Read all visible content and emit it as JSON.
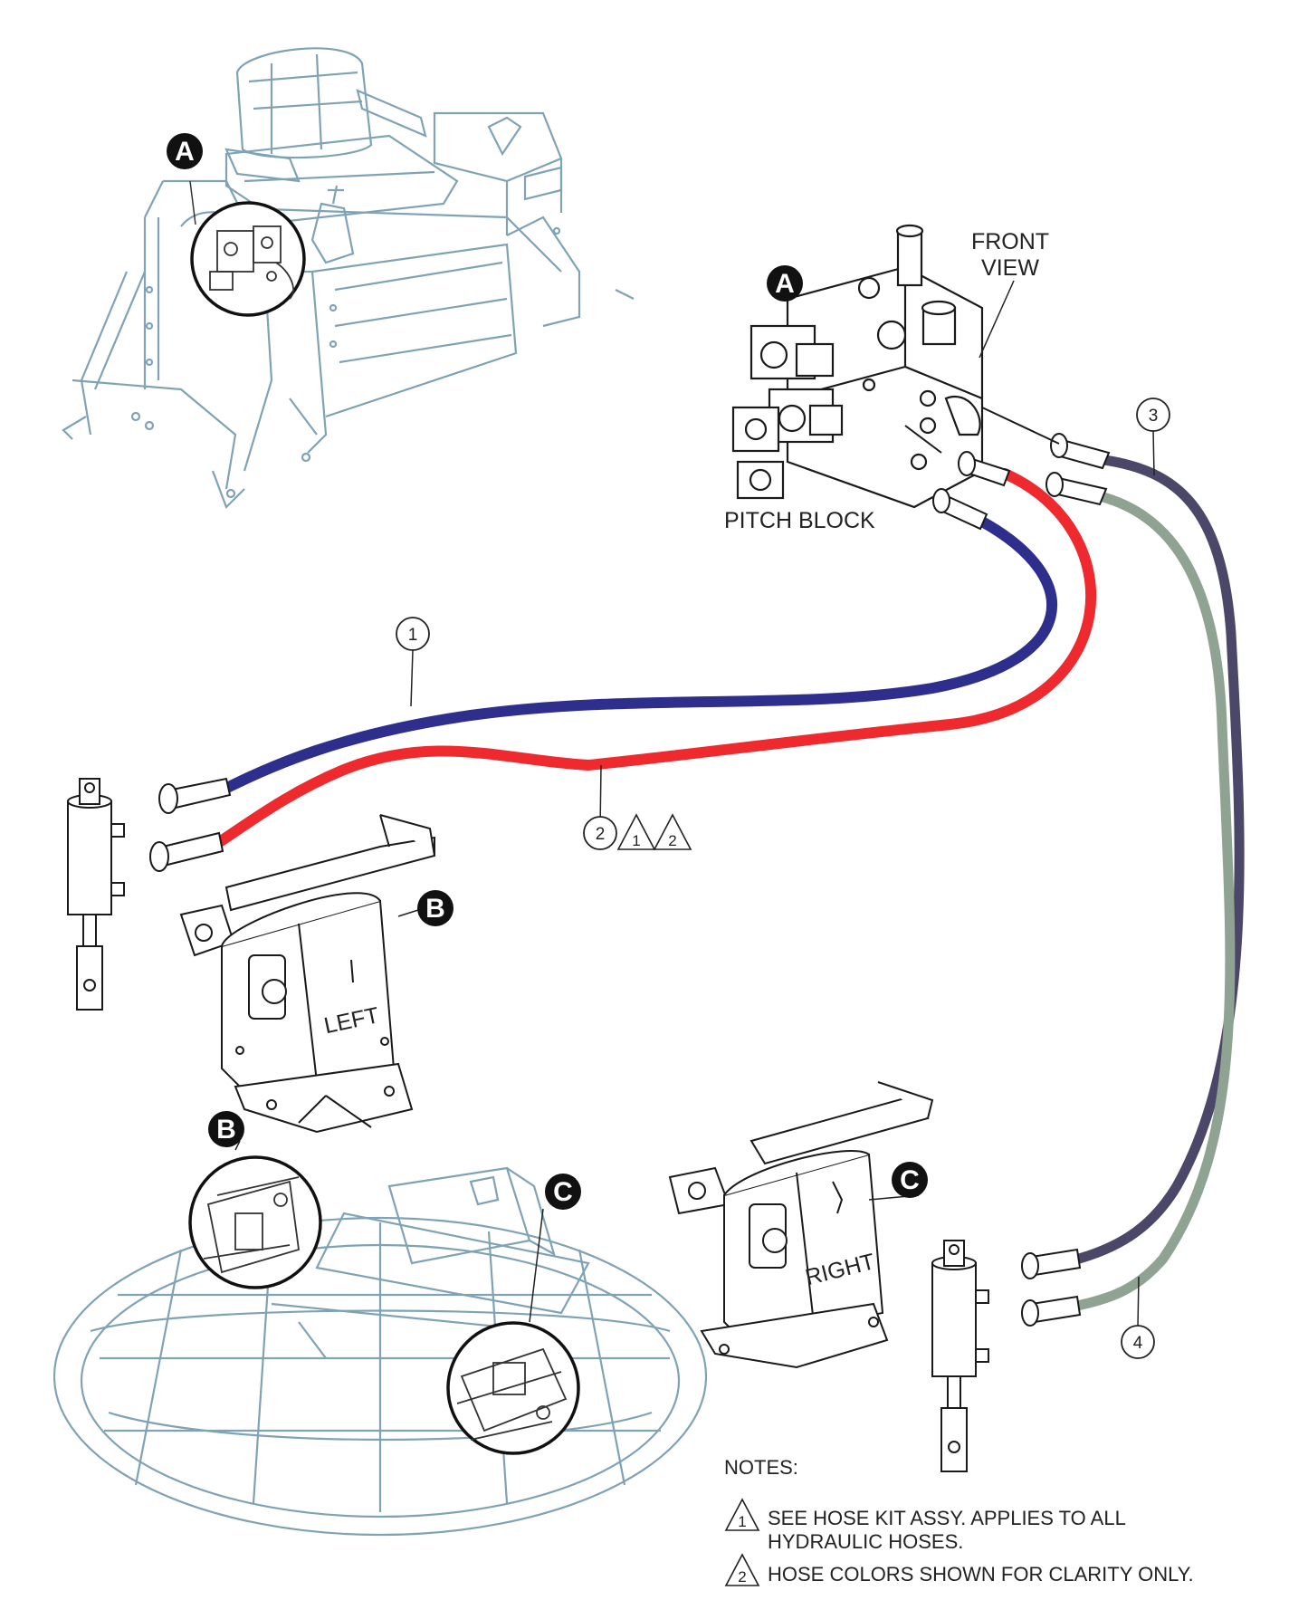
{
  "labels": {
    "front_view_line1": "FRONT",
    "front_view_line2": "VIEW",
    "pitch_block": "PITCH BLOCK",
    "left": "LEFT",
    "right": "RIGHT"
  },
  "callouts": {
    "A": "A",
    "B": "B",
    "C": "C"
  },
  "hoses": [
    {
      "number": "1",
      "color": "#2e2f8c"
    },
    {
      "number": "2",
      "color": "#ee2a2e"
    },
    {
      "number": "3",
      "color": "#4b4768"
    },
    {
      "number": "4",
      "color": "#8fa393"
    }
  ],
  "note_symbols": {
    "one": "1",
    "two": "2"
  },
  "notes": {
    "heading": "NOTES:",
    "items": [
      {
        "symbol": "1",
        "text_line1": "SEE HOSE KIT ASSY.  APPLIES TO ALL",
        "text_line2": "HYDRAULIC HOSES."
      },
      {
        "symbol": "2",
        "text_line1": "HOSE COLORS SHOWN FOR CLARITY ONLY."
      }
    ]
  },
  "colors": {
    "outline": "#7fa3b5",
    "ink": "#222222"
  }
}
